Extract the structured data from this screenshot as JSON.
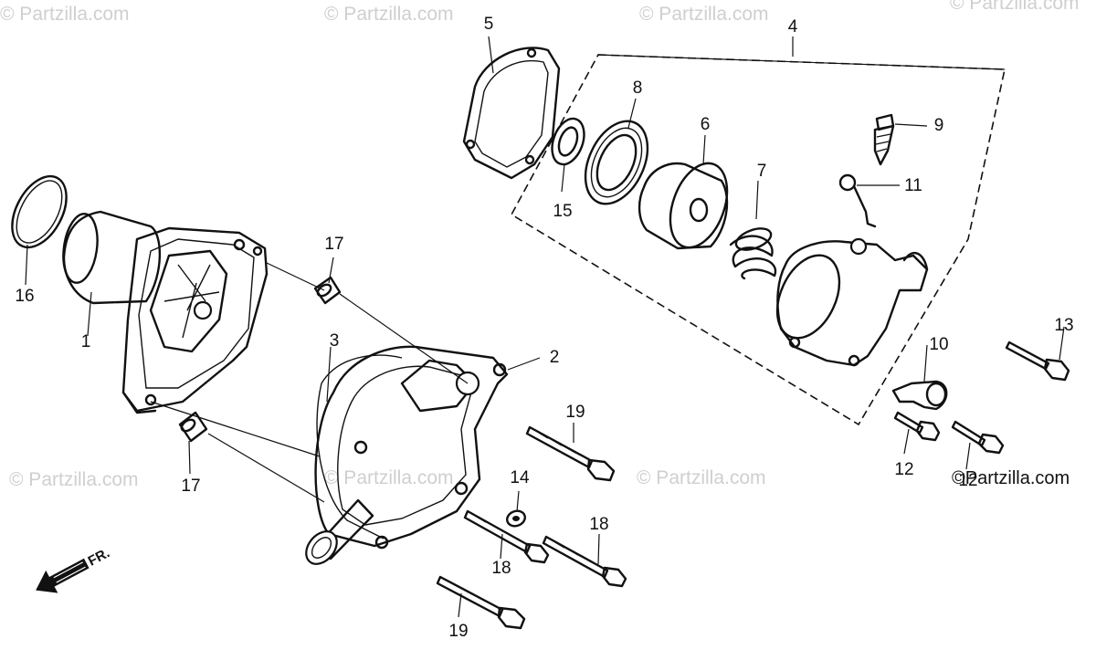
{
  "watermark": "© Partzilla.com",
  "copyright": "©Partzilla.com",
  "direction_label": "FR.",
  "callouts": {
    "c1": "1",
    "c2": "2",
    "c3": "3",
    "c4": "4",
    "c5": "5",
    "c6": "6",
    "c7": "7",
    "c8": "8",
    "c9": "9",
    "c10": "10",
    "c11": "11",
    "c12a": "12",
    "c12b": "12",
    "c13": "13",
    "c14": "14",
    "c15": "15",
    "c16": "16",
    "c17a": "17",
    "c17b": "17",
    "c18a": "18",
    "c18b": "18",
    "c19a": "19",
    "c19b": "19"
  },
  "colors": {
    "ink": "#111111",
    "watermark": "#cfcfcf",
    "background": "#ffffff"
  }
}
